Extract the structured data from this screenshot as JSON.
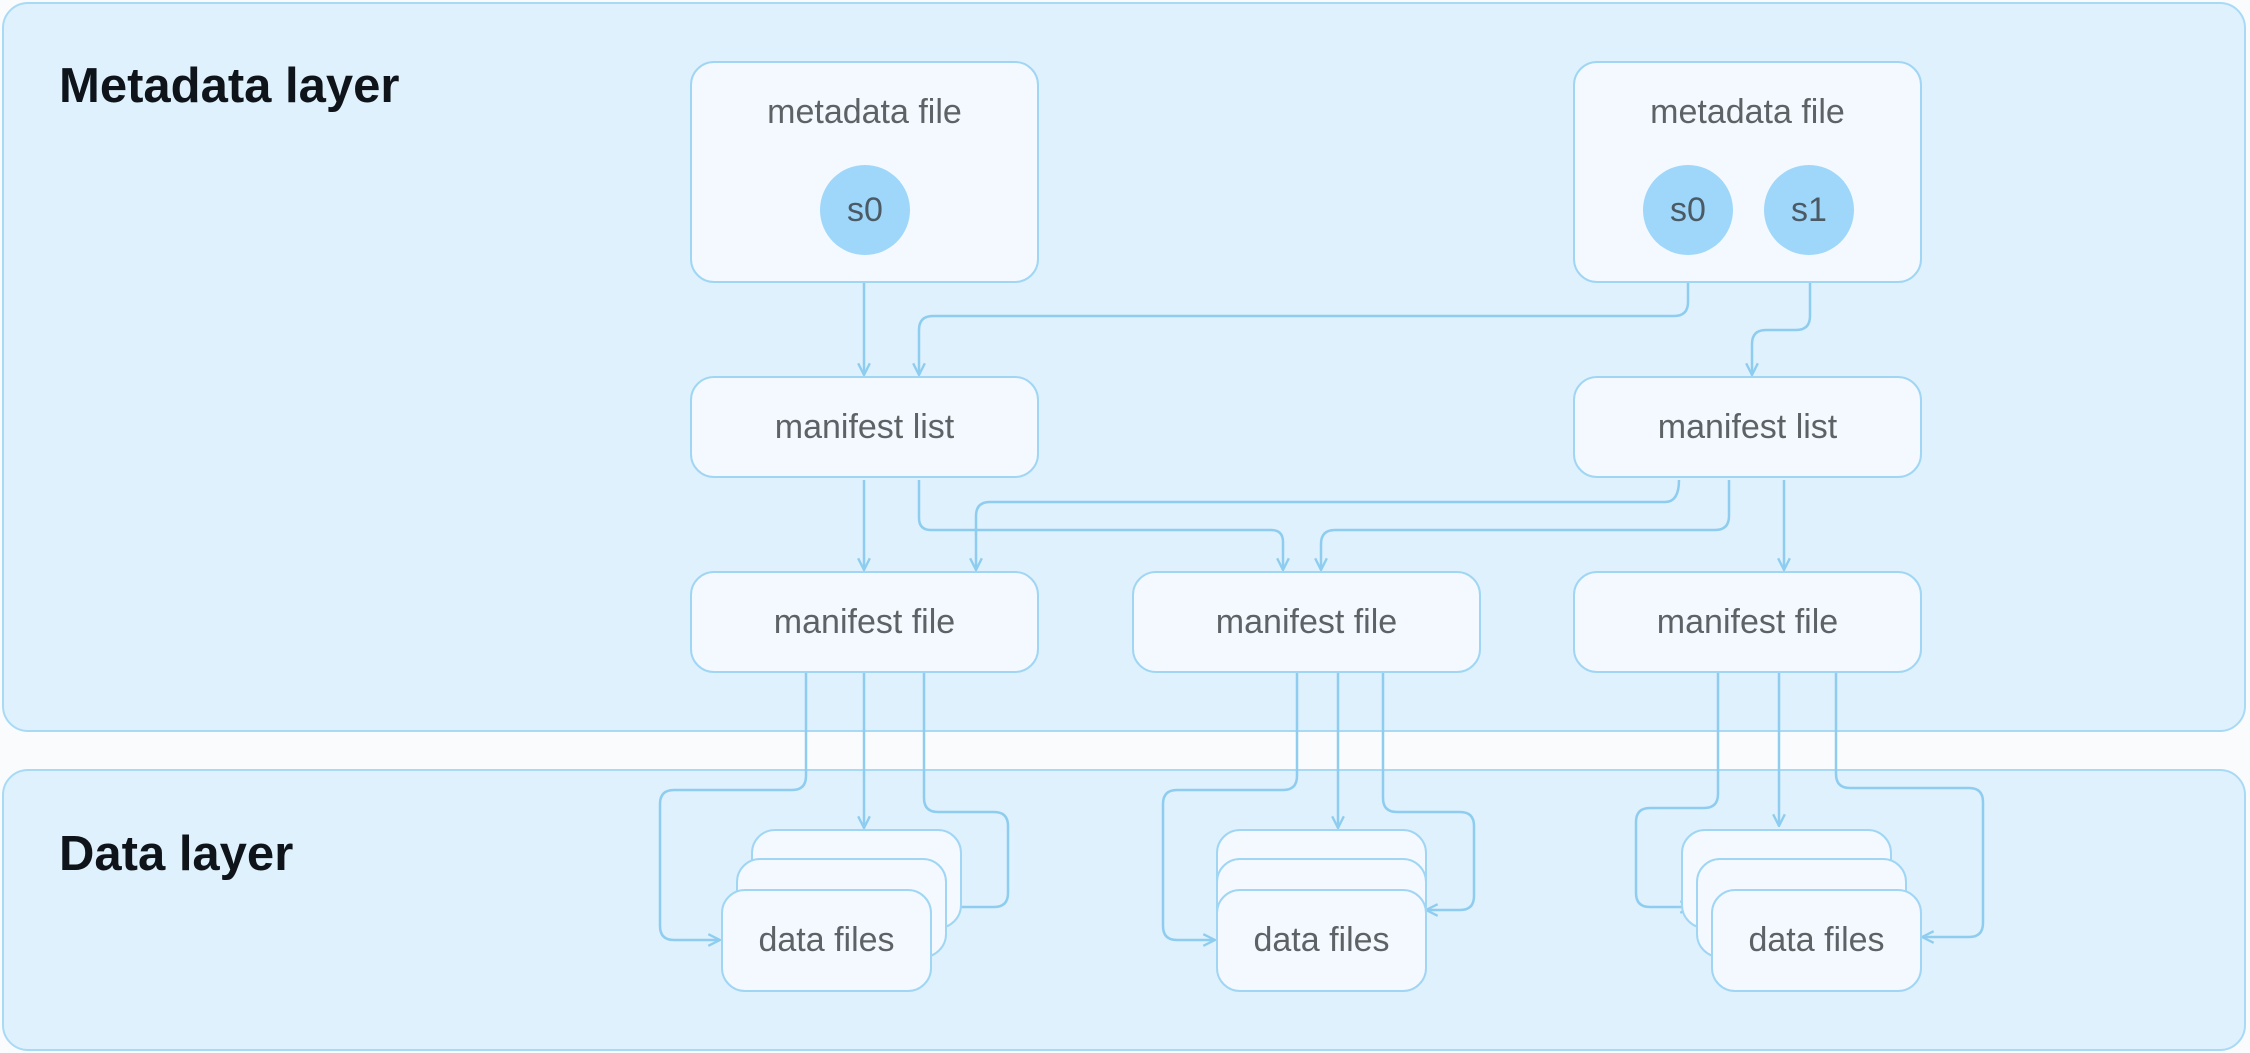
{
  "layers": {
    "metadata_label": "Metadata layer",
    "data_label": "Data layer"
  },
  "metadata_files": [
    {
      "label": "metadata file",
      "snapshots": [
        "s0"
      ]
    },
    {
      "label": "metadata file",
      "snapshots": [
        "s0",
        "s1"
      ]
    }
  ],
  "manifest_lists": [
    "manifest list",
    "manifest list"
  ],
  "manifest_files": [
    "manifest file",
    "manifest file",
    "manifest file"
  ],
  "data_files": [
    "data files",
    "data files",
    "data files"
  ],
  "colors": {
    "panel": "#dff1fc",
    "border": "#a8daf6",
    "snapshot": "#9ed7fa",
    "box": "#f3f9fe",
    "line": "#8ecdf0"
  }
}
